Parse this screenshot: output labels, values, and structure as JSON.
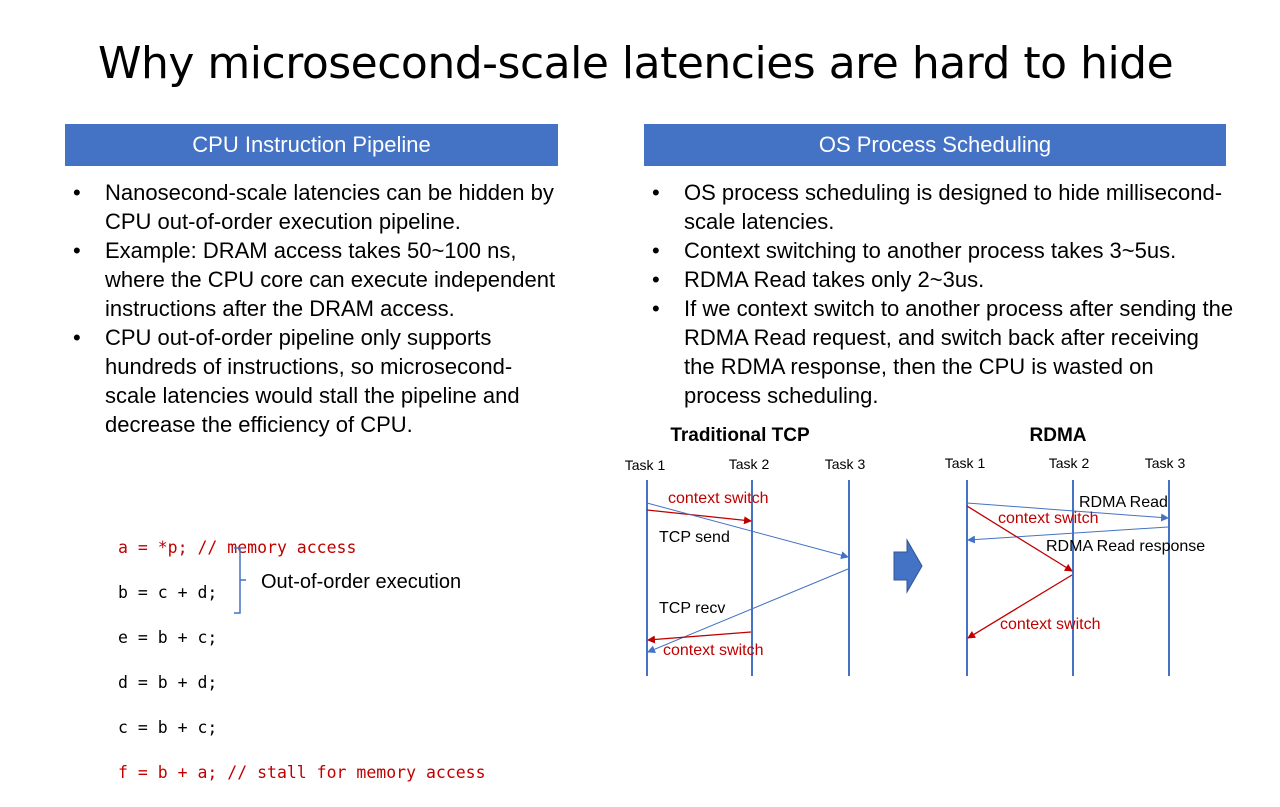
{
  "title": "Why microsecond-scale latencies are hard to hide",
  "left": {
    "header": "CPU Instruction Pipeline",
    "bullets": [
      "Nanosecond-scale latencies can be hidden by CPU out-of-order execution pipeline.",
      "Example: DRAM access takes 50~100 ns, where the CPU core can execute independent instructions after the DRAM access.",
      "CPU out-of-order pipeline only supports hundreds of instructions, so microsecond-scale latencies would stall the pipeline and decrease the efficiency of CPU."
    ],
    "code": [
      "a = *p; // memory access",
      "b = c + d;",
      "e = b + c;",
      "d = b + d;",
      "c = b + c;",
      "f = b + a; // stall for memory access"
    ],
    "brace_label": "Out-of-order execution"
  },
  "right": {
    "header": "OS Process Scheduling",
    "bullets": [
      "OS process scheduling is designed to hide millisecond-scale latencies.",
      "Context switching to another process takes 3~5us.",
      "RDMA Read takes only 2~3us.",
      "If we context switch to another process after sending the RDMA Read request, and switch back after receiving the RDMA response, then the CPU is wasted on process scheduling."
    ]
  },
  "tcp_diagram": {
    "title": "Traditional TCP",
    "tasks": [
      "Task 1",
      "Task 2",
      "Task 3"
    ],
    "labels": {
      "context_switch_1": "context switch",
      "tcp_send": "TCP send",
      "tcp_recv": "TCP recv",
      "context_switch_2": "context switch"
    }
  },
  "rdma_diagram": {
    "title": "RDMA",
    "tasks": [
      "Task 1",
      "Task 2",
      "Task 3"
    ],
    "labels": {
      "rdma_read": "RDMA Read",
      "context_switch_1": "context switch",
      "rdma_read_response": "RDMA Read response",
      "context_switch_2": "context switch"
    }
  },
  "colors": {
    "header_bg": "#4472C4",
    "timeline": "#4472C4",
    "context_switch": "#C00000",
    "arrow_blue": "#4472C4"
  }
}
